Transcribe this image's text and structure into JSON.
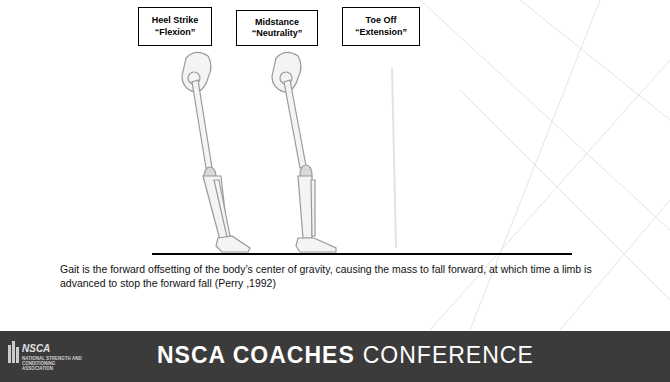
{
  "diagram": {
    "caption": "Gait is the forward offsetting of the body’s center of gravity, causing the mass to fall forward, at which time a limb is advanced to stop the forward fall (Perry ,1992)",
    "nodes": [
      {
        "text": [
          "Heel Strike",
          "“Flexion”"
        ]
      },
      {
        "text": [
          "Midstance",
          "“Neutrality”"
        ]
      },
      {
        "text": [
          "Toe Off",
          "“Extension”"
        ]
      }
    ],
    "labels": [
      "NSCA",
      "NATIONAL STRENGTH AND CONDITIONING ASSOCIATION",
      "NSCA COACHES",
      "CONFERENCE"
    ]
  }
}
